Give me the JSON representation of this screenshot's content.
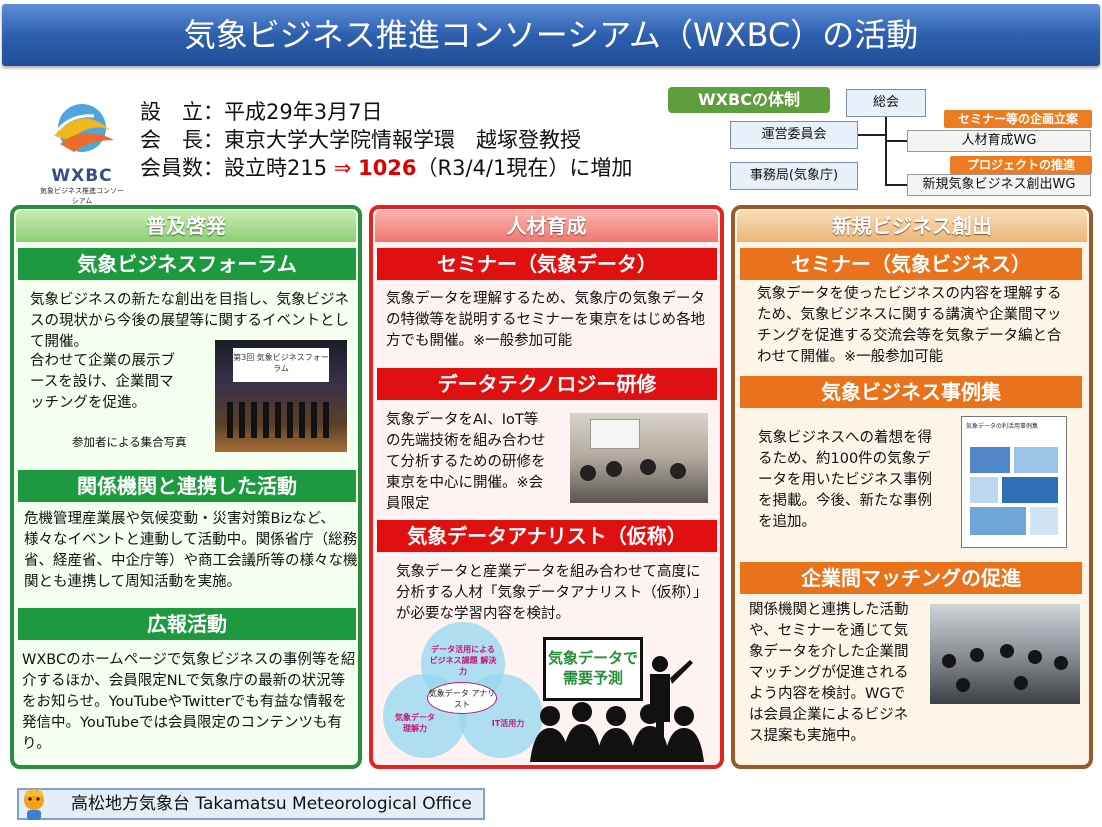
{
  "title": "気象ビジネス推進コンソーシアム（WXBC）の活動",
  "logo": {
    "mark": "WXBC",
    "caption": "気象ビジネス推進コンソーシアム"
  },
  "info": {
    "line1": "設　立：平成29年3月7日",
    "line2": "会　長：東京大学大学院情報学環　越塚登教授",
    "line3_prefix": "会員数：設立時215",
    "line3_arrow": "⇒",
    "line3_value": "1026",
    "line3_suffix": "（R3/4/1現在）に増加"
  },
  "org": {
    "tag": "WXBCの体制",
    "general": "総会",
    "committee": "運営委員会",
    "secretariat": "事務局(気象庁)",
    "seminar_label": "セミナー等の企画立案",
    "wg1": "人材育成WG",
    "project_label": "プロジェクトの推進",
    "wg2": "新規気象ビジネス創出WG"
  },
  "left": {
    "header": "普及啓発",
    "s1_title": "気象ビジネスフォーラム",
    "s1_text_a": "気象ビジネスの新たな創出を目指し、気象ビジネスの現状から今後の展望等に関するイベントとして開催。",
    "s1_text_b": "合わせて企業の展示ブースを設け、企業間マッチングを促進。",
    "s1_caption": "参加者による集合写真",
    "forum_banner": "第3回 気象ビジネスフォーラム",
    "s2_title": "関係機関と連携した活動",
    "s2_text": "危機管理産業展や気候変動・災害対策Bizなど、様々なイベントと連動して活動中。関係省庁（総務省、経産省、中企庁等）や商工会議所等の様々な機関とも連携して周知活動を実施。",
    "s3_title": "広報活動",
    "s3_text": "WXBCのホームページで気象ビジネスの事例等を紹介するほか、会員限定NLで気象庁の最新の状況等をお知らせ。YouTubeやTwitterでも有益な情報を発信中。YouTubeでは会員限定のコンテンツも有り。"
  },
  "center": {
    "header": "人材育成",
    "s1_title": "セミナー（気象データ）",
    "s1_text": "気象データを理解するため、気象庁の気象データの特徴等を説明するセミナーを東京をはじめ各地方でも開催。※一般参加可能",
    "s2_title": "データテクノロジー研修",
    "s2_text": "気象データをAI、IoT等の先端技術を組み合わせて分析するための研修を東京を中心に開催。※会員限定",
    "s3_title": "気象データアナリスト（仮称）",
    "s3_text": "気象データと産業データを組み合わせて高度に分析する人材「気象データアナリスト（仮称）」が必要な学習内容を検討。",
    "venn_top": "データ活用による ビジネス課題 解決力",
    "venn_left": "気象データ 理解力",
    "venn_right": "IT活用力",
    "venn_center": "気象データ アナリスト",
    "board": "気象データで 需要予測"
  },
  "right": {
    "header": "新規ビジネス創出",
    "s1_title": "セミナー（気象ビジネス）",
    "s1_text": "気象データを使ったビジネスの内容を理解するため、気象ビジネスに関する講演や企業間マッチングを促進する交流会等を気象データ編と合わせて開催。※一般参加可能",
    "s2_title": "気象ビジネス事例集",
    "s2_text": "気象ビジネスへの着想を得るため、約100件の気象データを用いたビジネス事例を掲載。今後、新たな事例を追加。",
    "casebook_title": "気象データの利活用事例集",
    "s3_title": "企業間マッチングの促進",
    "s3_text": "関係機関と連携した活動や、セミナーを通じて気象データを介した企業間マッチングが促進されるよう内容を検討。WGでは会員企業によるビジネス提案も実施中。"
  },
  "footer": "高松地方気象台 Takamatsu Meteorological Office",
  "colors": {
    "green": "#1d9a3f",
    "red": "#e01010",
    "orange": "#e9721b",
    "title_blue": "#2e5fae"
  }
}
